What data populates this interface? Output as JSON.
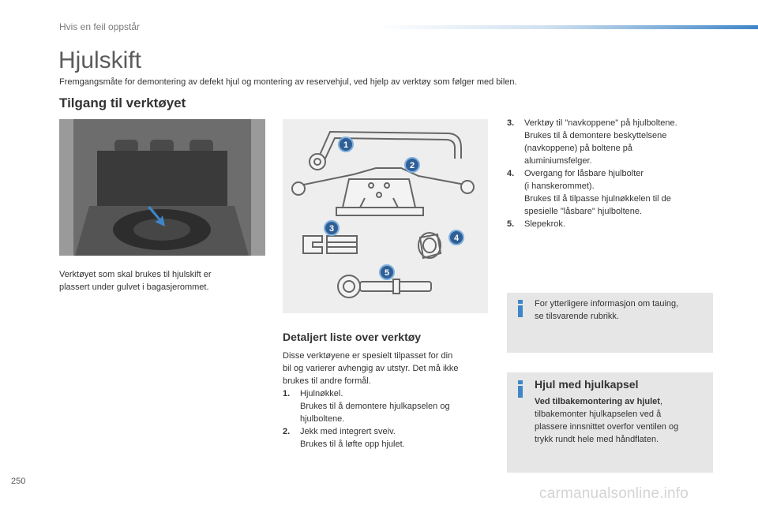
{
  "header": {
    "section": "Hvis en feil oppstår"
  },
  "page": {
    "title": "Hjulskift",
    "intro": "Fremgangsmåte for demontering av defekt hjul og montering av reservehjul, ved hjelp av verktøy som følger med bilen."
  },
  "access": {
    "title": "Tilgang til verktøyet",
    "caption_lines": [
      "Verktøyet som skal brukes til hjulskift er",
      "plassert under gulvet i bagasjerommet."
    ]
  },
  "tools_figure": {
    "labels": [
      "1",
      "2",
      "3",
      "4",
      "5"
    ]
  },
  "detail": {
    "title": "Detaljert liste over verktøy",
    "intro_lines": [
      "Disse verktøyene er spesielt tilpasset for din",
      "bil og varierer avhengig av utstyr. Det må ikke",
      "brukes til andre formål."
    ],
    "items": [
      {
        "num": "1.",
        "lines": [
          "Hjulnøkkel.",
          "Brukes til å demontere hjulkapselen og",
          "hjulboltene."
        ]
      },
      {
        "num": "2.",
        "lines": [
          "Jekk med integrert sveiv.",
          "Brukes til å løfte opp hjulet."
        ]
      }
    ]
  },
  "right_items": [
    {
      "num": "3.",
      "lines": [
        "Verktøy til \"navkoppene\" på hjulboltene.",
        "Brukes til å demontere beskyttelsene",
        "(navkoppene) på boltene på",
        "aluminiumsfelger."
      ]
    },
    {
      "num": "4.",
      "lines": [
        "Overgang for låsbare hjulbolter",
        "(i hanskerommet).",
        "Brukes til å tilpasse hjulnøkkelen til de",
        "spesielle \"låsbare\" hjulboltene."
      ]
    },
    {
      "num": "5.",
      "lines": [
        "Slepekrok."
      ]
    }
  ],
  "info": {
    "lines": [
      "For ytterligere informasjon om tauing,",
      "se tilsvarende rubrikk."
    ]
  },
  "hubcap": {
    "title": "Hjul med hjulkapsel",
    "bold": "Ved tilbakemontering av hjulet",
    "lines": [
      ",",
      "tilbakemonter hjulkapselen ved å",
      "plassere innsnittet overfor ventilen og",
      "trykk rundt hele med håndflaten."
    ]
  },
  "footer": {
    "page_number": "250",
    "watermark": "carmanualsonline.info"
  },
  "colors": {
    "accent": "#3f86c8",
    "box_bg": "#e6e6e6",
    "label_circle": "#2f5f95"
  }
}
